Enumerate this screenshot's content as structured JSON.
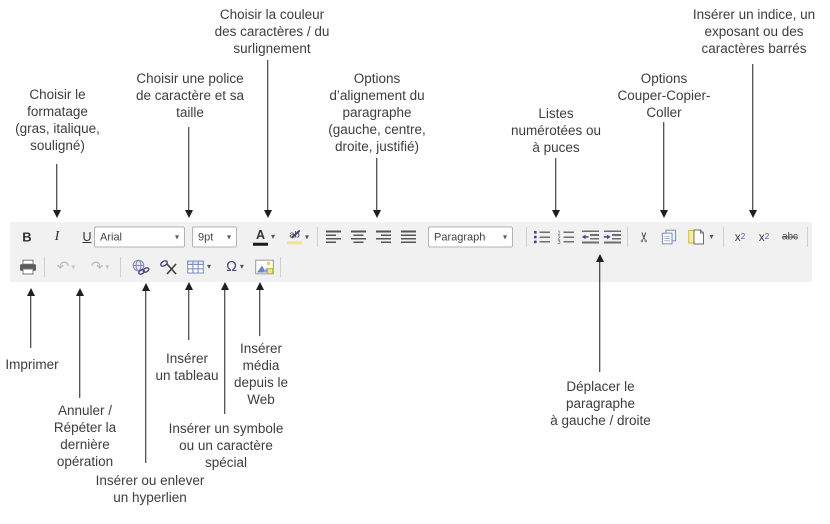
{
  "annotations": {
    "top": {
      "formatting": "Choisir le\nformatage\n(gras, italique,\nsouligné)",
      "font": "Choisir une police\nde caractère et sa\ntaille",
      "color": "Choisir la couleur\ndes caractères / du\nsurlignement",
      "alignment": "Options\nd’alignement du\nparagraphe\n(gauche, centre,\ndroite, justifié)",
      "lists": "Listes\nnumérotées ou\nà puces",
      "clipboard": "Options\nCouper-Copier-\nColler",
      "sub_sup": "Insérer un indice, un\nexposant ou des\ncaractères barrés"
    },
    "bottom": {
      "print": "Imprimer",
      "undo_redo": "Annuler /\nRépéter la\ndernière\nopération",
      "hyperlink": "Insérer ou enlever\nun hyperlien",
      "table": "Insérer\nun tableau",
      "symbol": "Insérer un symbole\nou un caractère\nspécial",
      "media": "Insérer\nmédia\ndepuis le\nWeb",
      "indent": "Déplacer le\nparagraphe\nà gauche / droite"
    }
  },
  "toolbar": {
    "bold_label": "B",
    "italic_label": "I",
    "underline_label": "U",
    "font_family_value": "Arial",
    "font_size_value": "9pt",
    "paragraph_style_value": "Paragraph",
    "text_color_label": "A",
    "highlight_label": "ab",
    "subscript_label": "x",
    "subscript_digit": "2",
    "superscript_label": "x",
    "superscript_digit": "2",
    "strikethrough_label": "abc",
    "special_char_label": "Ω"
  },
  "icons": {
    "dropdown": "▾",
    "cut": "✂",
    "undo": "↶",
    "redo": "↷"
  },
  "colors": {
    "toolbar_bg": "#f1f1f1",
    "text_color_bar": "#1a1a1a",
    "highlight_bar": "#efe87d",
    "navy_accent": "#47477e",
    "annotation_text": "#3d3d3d",
    "arrow": "#1f1f1f"
  }
}
